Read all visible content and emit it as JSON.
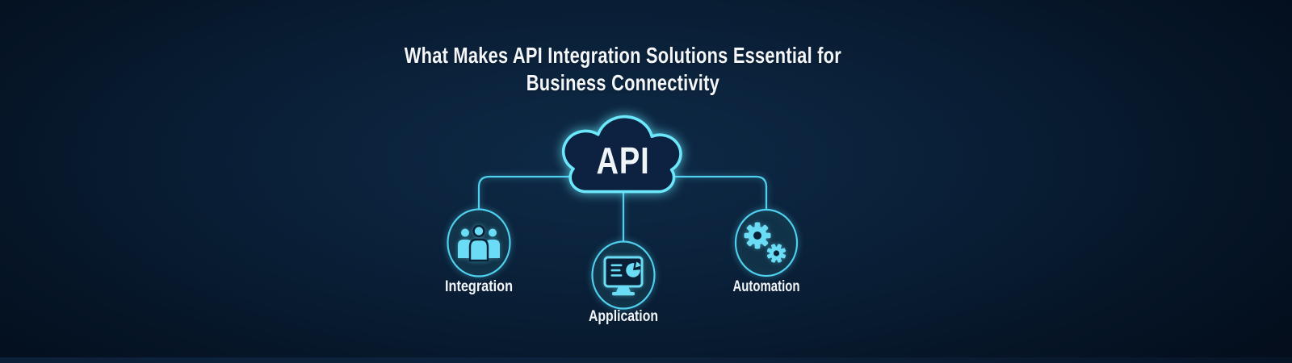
{
  "title": {
    "line1": "What Makes API Integration Solutions Essential for",
    "line2": "Business Connectivity"
  },
  "cloud": {
    "label": "API"
  },
  "nodes": [
    {
      "id": "integration",
      "label": "Integration",
      "icon": "people-group-icon"
    },
    {
      "id": "application",
      "label": "Application",
      "icon": "monitor-chart-icon"
    },
    {
      "id": "automation",
      "label": "Automation",
      "icon": "gears-icon"
    }
  ],
  "colors": {
    "background_dark": "#030c1a",
    "background_mid": "#0a2038",
    "background_light": "#0e2a47",
    "line_cyan": "#4fd0ee",
    "cloud_outline_cyan": "#6ce6fa",
    "icon_cyan": "#6adcf5",
    "text_white": "#f3f6f8"
  }
}
